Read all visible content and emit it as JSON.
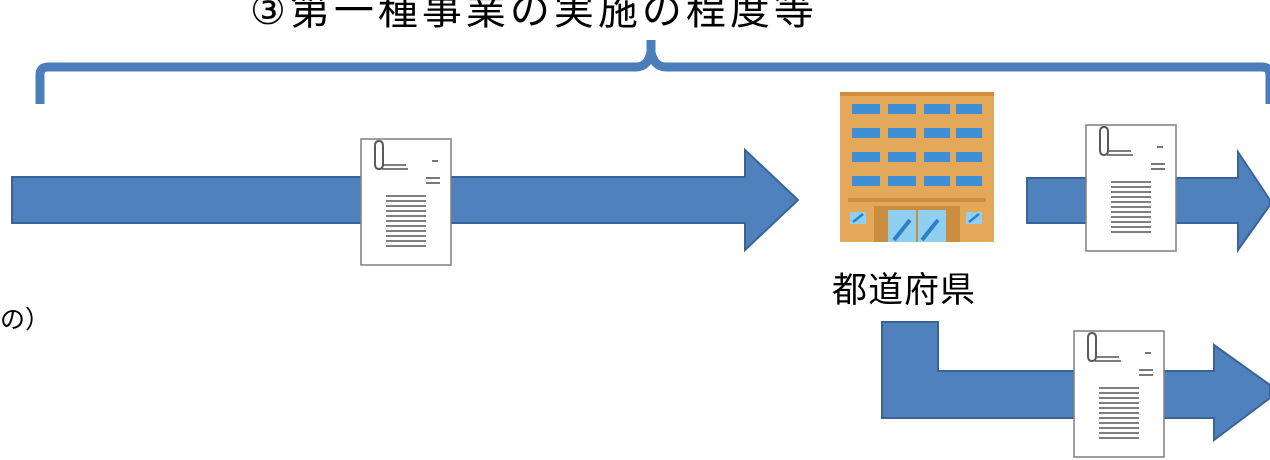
{
  "diagram": {
    "title_partial": "③第一種事業の実施の程度等",
    "building_label": "都道府県",
    "left_text_fragment": "の）"
  },
  "colors": {
    "arrow_fill": "#4F81BD",
    "arrow_stroke": "#3A6496",
    "brace": "#4A7EBB",
    "building": "#E3A85A",
    "window": "#3E8FD6",
    "document_border": "#7F7F7F"
  },
  "icons": {
    "document": "document-with-paperclip-icon",
    "building": "office-building-icon"
  }
}
